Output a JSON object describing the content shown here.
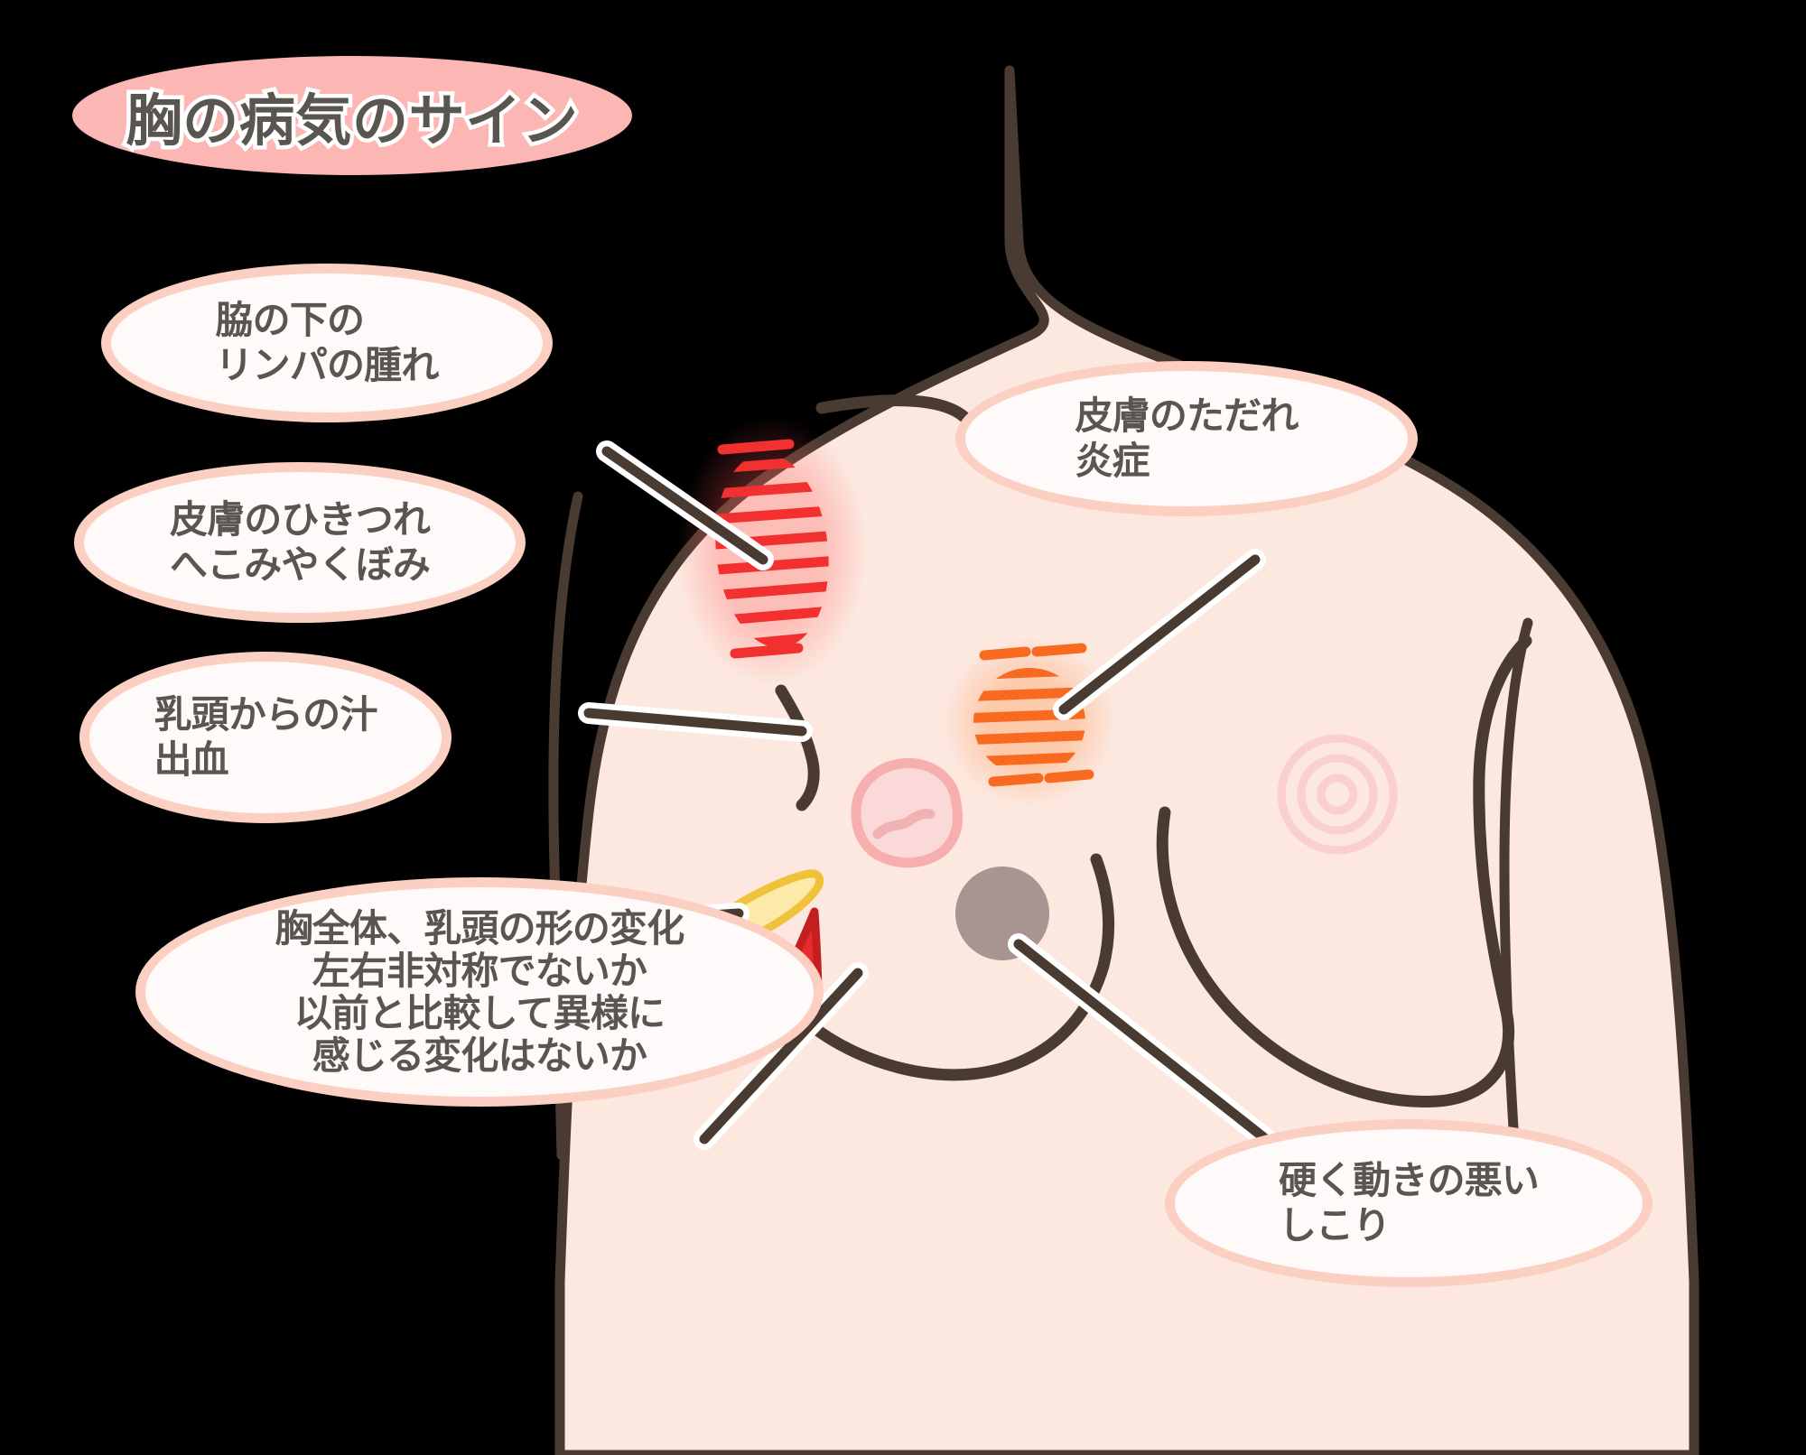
{
  "title": {
    "text": "胸の病気のサイン",
    "pill_color": "#fcb7b4",
    "text_color": "#58564f",
    "outline_color": "#ffffff"
  },
  "theme": {
    "skin": "#fce8df",
    "outline": "#4a3b32",
    "bubble_fill": "#fffafa",
    "bubble_border": "#fbcfc2",
    "text": "#58564f",
    "leader_line": "#4a3b32",
    "leader_halo": "#ffffff",
    "hatch_red": "#f23030",
    "hatch_orange": "#f96a21",
    "nipple_pink": "#f7c0c0",
    "nipple_fill": "#fbd9d9",
    "lump_gray": "#a89490",
    "discharge_yellow": "#fde8a0",
    "discharge_yellow_edge": "#f0c23c",
    "blood_red": "#e02b2b",
    "blood_red_edge": "#c41f1f"
  },
  "callouts": [
    {
      "id": "armpit",
      "name": "callout-armpit-lymph",
      "text": "脇の下の\nリンパの腫れ",
      "marker": "red-hatch-armpit"
    },
    {
      "id": "dimple",
      "name": "callout-skin-dimpling",
      "text": "皮膚のひきつれ\nへこみやくぼみ",
      "marker": "breast-contour-dimple"
    },
    {
      "id": "discharge",
      "name": "callout-nipple-discharge",
      "text": "乳頭からの汁\n出血",
      "marker": "yellow-and-red-droplets"
    },
    {
      "id": "overall",
      "name": "callout-overall-shape-change",
      "text": "胸全体、乳頭の形の変化\n左右非対称でないか\n以前と比較して異様に\n感じる変化はないか",
      "marker": "whole-breast"
    },
    {
      "id": "sore",
      "name": "callout-skin-sore-inflammation",
      "text": "皮膚のただれ\n炎症",
      "marker": "orange-hatch-inflammation"
    },
    {
      "id": "lump",
      "name": "callout-hard-immobile-lump",
      "text": "硬く動きの悪い\nしこり",
      "marker": "gray-lump-circle"
    }
  ],
  "illustration": {
    "name": "female-torso-front-view",
    "markers": [
      {
        "name": "red-hatch-armpit",
        "color": "#f23030",
        "meaning": "swollen lymph node"
      },
      {
        "name": "orange-hatch-inflammation",
        "color": "#f96a21",
        "meaning": "skin sore / inflammation"
      },
      {
        "name": "gray-lump-circle",
        "color": "#a89490",
        "meaning": "hard lump"
      },
      {
        "name": "pink-nipple-irregular",
        "color": "#f7c0c0",
        "meaning": "deformed nipple"
      },
      {
        "name": "yellow-droplet",
        "color": "#fde8a0",
        "meaning": "nipple discharge"
      },
      {
        "name": "red-droplet",
        "color": "#e02b2b",
        "meaning": "bleeding"
      },
      {
        "name": "ring-nipple-normal",
        "color": "#f7c0c0",
        "meaning": "normal nipple"
      }
    ]
  }
}
